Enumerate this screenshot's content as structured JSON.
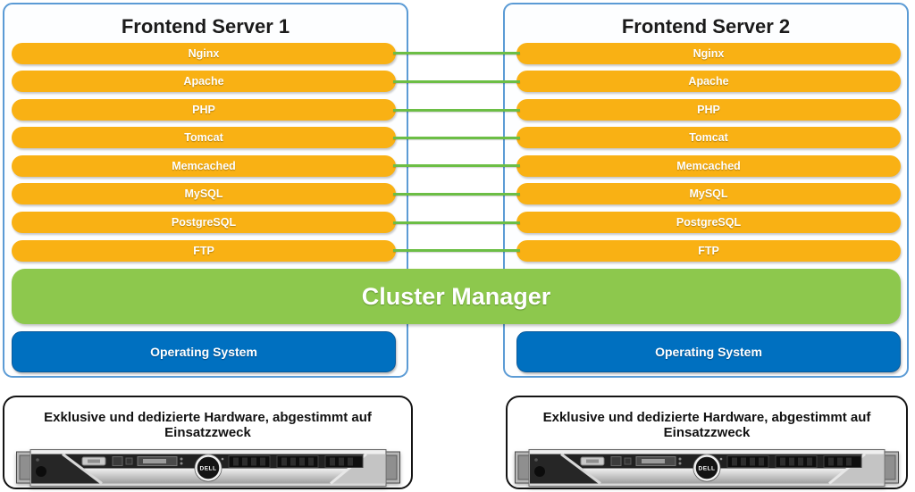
{
  "diagram": {
    "servers": [
      {
        "title": "Frontend Server 1",
        "services": [
          "Nginx",
          "Apache",
          "PHP",
          "Tomcat",
          "Memcached",
          "MySQL",
          "PostgreSQL",
          "FTP"
        ],
        "os_label": "Operating System"
      },
      {
        "title": "Frontend Server 2",
        "services": [
          "Nginx",
          "Apache",
          "PHP",
          "Tomcat",
          "Memcached",
          "MySQL",
          "PostgreSQL",
          "FTP"
        ],
        "os_label": "Operating System"
      }
    ],
    "cluster_manager_label": "Cluster Manager",
    "hardware": [
      {
        "caption": "Exklusive und dedizierte Hardware, abgestimmt auf Einsatzzweck",
        "brand": "DELL"
      },
      {
        "caption": "Exklusive und dedizierte Hardware, abgestimmt auf Einsatzzweck",
        "brand": "DELL"
      }
    ],
    "colors": {
      "service_bar": "#F9B114",
      "cluster_bar": "#8DC84D",
      "connector_line": "#6CBE45",
      "os_bar": "#0070C0",
      "server_box_border": "#5B9BD5",
      "hardware_box_border": "#141414"
    }
  }
}
